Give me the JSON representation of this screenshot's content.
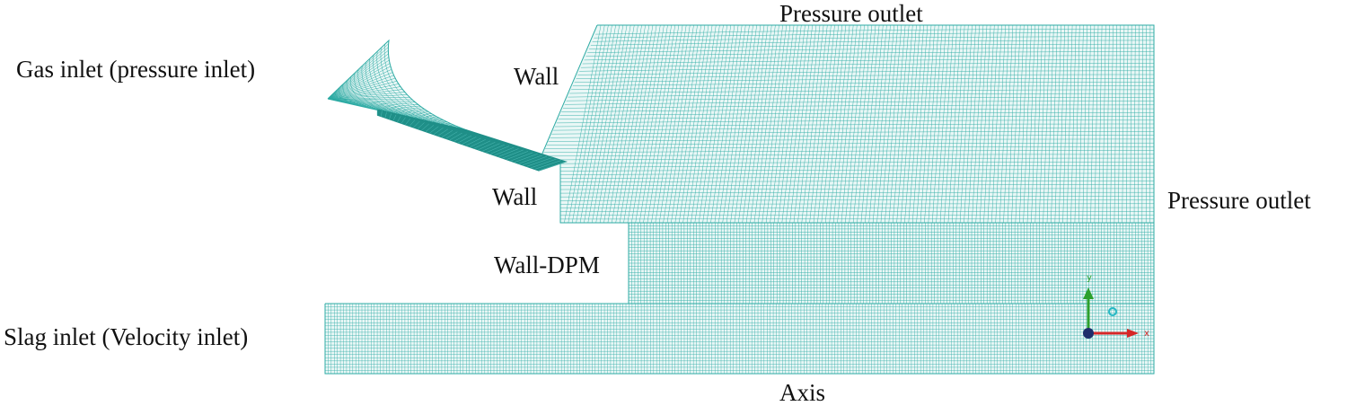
{
  "labels": {
    "gas_inlet": "Gas inlet (pressure inlet)",
    "wall_top": "Wall",
    "pressure_outlet_top": "Pressure outlet",
    "wall_mid": "Wall",
    "pressure_outlet_right": "Pressure outlet",
    "wall_dpm": "Wall-DPM",
    "slag_inlet": "Slag inlet (Velocity inlet)",
    "axis": "Axis"
  },
  "triad": {
    "y_label": "y",
    "x_label": "x"
  },
  "colors": {
    "mesh": "#2eaba4",
    "mesh_dense": "#1f8f88",
    "background": "#ffffff",
    "text": "#111111",
    "axis_y": "#2ca02c",
    "axis_x": "#d62728",
    "axis_origin": "#1f2d6b",
    "axis_z": "#25b8c4"
  },
  "icons": {
    "triad": "coordinate-axes-icon"
  }
}
